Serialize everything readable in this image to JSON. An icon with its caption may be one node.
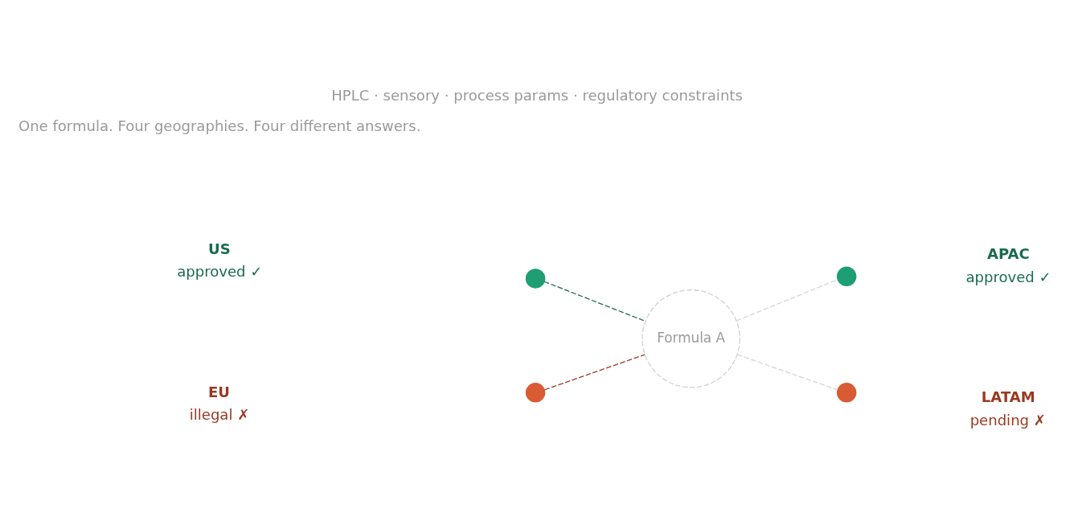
{
  "diagram": {
    "title": "HPLC · sensory · process params · regulatory constraints",
    "caption": "One formula. Four geographies. Four different answers.",
    "nodes": [
      {
        "text": [
          "Formula A"
        ]
      },
      {
        "text": [],
        "shape": "circle",
        "beside": [
          "US",
          "approved ✓"
        ]
      },
      {
        "text": [],
        "shape": "circle",
        "beside": [
          "APAC",
          "approved ✓"
        ]
      },
      {
        "text": [],
        "shape": "circle",
        "beside": [
          "EU",
          "illegal ✗"
        ]
      },
      {
        "text": [],
        "shape": "circle",
        "beside": [
          "LATAM",
          "pending ✗"
        ]
      }
    ],
    "edges": [
      {
        "from": 1,
        "to": 0,
        "arrow": "none",
        "style": "dashed",
        "color": "#1a6b50"
      },
      {
        "from": 0,
        "to": 2,
        "arrow": "none",
        "style": "dashed"
      },
      {
        "from": 3,
        "to": 0,
        "arrow": "none",
        "style": "dashed",
        "color": "#9a3a22"
      },
      {
        "from": 0,
        "to": 4,
        "arrow": "none",
        "style": "dashed"
      }
    ]
  }
}
